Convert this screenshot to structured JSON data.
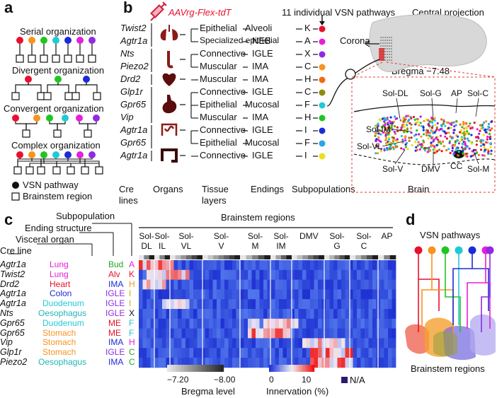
{
  "panel_a": {
    "letter": "a",
    "titles": [
      "Serial organization",
      "Divergent organization",
      "Convergent organization",
      "Complex organization"
    ],
    "legend": {
      "vsn": "VSN pathway",
      "region": "Brainstem region"
    },
    "dot_colors": [
      "#e8112d",
      "#f7931e",
      "#21c521",
      "#21c9d6",
      "#1c2bd8",
      "#e51fd9",
      "#8f2be2"
    ]
  },
  "panel_b": {
    "letter": "b",
    "virus": "AAVrg-Flex-tdT",
    "pathways_title": "11 individual VSN pathways",
    "central_title": "Central projection",
    "coronal": "Coronal section series",
    "bregma": "Bregma −7.48",
    "rows": [
      {
        "cre": "Twist2",
        "tissue": "Epithelial",
        "ending": "Alveoli",
        "sub": "K",
        "color": "#e8112d"
      },
      {
        "cre": "Agtr1a",
        "tissue": "Specialized epithelial",
        "ending": "NEB",
        "sub": "A",
        "color": "#e51fd9"
      },
      {
        "cre": "Nts",
        "tissue": "Connective",
        "ending": "IGLE",
        "sub": "X",
        "color": "#8f2be2"
      },
      {
        "cre": "Piezo2",
        "tissue": "Muscular",
        "ending": "IMA",
        "sub": "C",
        "color": "#f7931e"
      },
      {
        "cre": "Drd2",
        "tissue": "Muscular",
        "ending": "IMA",
        "sub": "H",
        "color": "#f06a1a"
      },
      {
        "cre": "Glp1r",
        "tissue": "Connective",
        "ending": "IGLE",
        "sub": "C",
        "color": "#8c8c10"
      },
      {
        "cre": "Gpr65",
        "tissue": "Epithelial",
        "ending": "Mucosal",
        "sub": "F",
        "color": "#21c9d6"
      },
      {
        "cre": "Vip",
        "tissue": "Muscular",
        "ending": "IMA",
        "sub": "H",
        "color": "#21c521"
      },
      {
        "cre": "Agtr1a",
        "tissue": "Connective",
        "ending": "IGLE",
        "sub": "I",
        "color": "#1c2bd8"
      },
      {
        "cre": "Gpr65",
        "tissue": "Epithelial",
        "ending": "Mucosal",
        "sub": "F",
        "color": "#2aa6e0"
      },
      {
        "cre": "Agtr1a",
        "tissue": "Connective",
        "ending": "IGLE",
        "sub": "I",
        "color": "#e8e01a"
      }
    ],
    "footer": {
      "cre": "Cre lines",
      "cre2": "lines",
      "cre1": "Cre",
      "organs": "Organs",
      "tissue1": "Tissue",
      "tissue2": "layers",
      "endings": "Endings",
      "subpops": "Subpopulations",
      "brain": "Brain"
    },
    "brain_labels": [
      "Sol-DL",
      "Sol-G",
      "AP",
      "Sol-C",
      "Sol-IM",
      "Sol-VL",
      "Sol-V",
      "DMV",
      "CC",
      "Sol-M"
    ]
  },
  "panel_c": {
    "letter": "c",
    "header_subpop": "Subpopulation",
    "header_ending": "Ending structure",
    "header_organ": "Visceral organ",
    "header_cre": "Cre line",
    "brainstem_title": "Brainstem regions",
    "regions": [
      {
        "l1": "Sol-",
        "l2": "DL"
      },
      {
        "l1": "Sol-",
        "l2": "IL"
      },
      {
        "l1": "Sol-",
        "l2": "VL"
      },
      {
        "l1": "Sol-",
        "l2": "V"
      },
      {
        "l1": "Sol-",
        "l2": "M"
      },
      {
        "l1": "Sol-",
        "l2": "IM"
      },
      {
        "l1": "DMV",
        "l2": ""
      },
      {
        "l1": "Sol-",
        "l2": "G"
      },
      {
        "l1": "Sol-",
        "l2": "C"
      },
      {
        "l1": "AP",
        "l2": ""
      }
    ],
    "rows": [
      {
        "cre": "Agtr1a",
        "organ": "Lung",
        "organ_color": "#e51fd9",
        "ending": "Bud",
        "ending_color": "#21a821",
        "sub": "A",
        "sub_color": "#e51fd9"
      },
      {
        "cre": "Twist2",
        "organ": "Lung",
        "organ_color": "#e51fd9",
        "ending": "Alv",
        "ending_color": "#e8112d",
        "sub": "K",
        "sub_color": "#e8112d"
      },
      {
        "cre": "Drd2",
        "organ": "Heart",
        "organ_color": "#e8112d",
        "ending": "IMA",
        "ending_color": "#1c2bd8",
        "sub": "H",
        "sub_color": "#f7931e"
      },
      {
        "cre": "Agtr1a",
        "organ": "Colon",
        "organ_color": "#1c2bd8",
        "ending": "IGLE",
        "ending_color": "#8f2be2",
        "sub": "I",
        "sub_color": "#c9b800"
      },
      {
        "cre": "Agtr1a",
        "organ": "Duodenum",
        "organ_color": "#21c9d6",
        "ending": "IGLE",
        "ending_color": "#8f2be2",
        "sub": "I",
        "sub_color": "#c9b800"
      },
      {
        "cre": "Nts",
        "organ": "Oesophagus",
        "organ_color": "#21b5b5",
        "ending": "IGLE",
        "ending_color": "#8f2be2",
        "sub": "X",
        "sub_color": "#111111"
      },
      {
        "cre": "Gpr65",
        "organ": "Duodenum",
        "organ_color": "#21c9d6",
        "ending": "ME",
        "ending_color": "#e8112d",
        "sub": "F",
        "sub_color": "#21c9d6"
      },
      {
        "cre": "Gpr65",
        "organ": "Stomach",
        "organ_color": "#f7931e",
        "ending": "ME",
        "ending_color": "#e8112d",
        "sub": "F",
        "sub_color": "#21c9d6"
      },
      {
        "cre": "Vip",
        "organ": "Stomach",
        "organ_color": "#f7931e",
        "ending": "IMA",
        "ending_color": "#1c2bd8",
        "sub": "H",
        "sub_color": "#e51fd9"
      },
      {
        "cre": "Glp1r",
        "organ": "Stomach",
        "organ_color": "#f7931e",
        "ending": "IGLE",
        "ending_color": "#8f2be2",
        "sub": "C",
        "sub_color": "#21a821"
      },
      {
        "cre": "Piezo2",
        "organ": "Oesophagus",
        "organ_color": "#21b5b5",
        "ending": "IMA",
        "ending_color": "#1c2bd8",
        "sub": "C",
        "sub_color": "#21a821"
      }
    ],
    "bregma_left": "−7.20",
    "bregma_right": "−8.00",
    "bregma_label": "Bregma level",
    "innerv_min": "0",
    "innerv_max": "10",
    "innerv_label": "Innervation (%)",
    "na_label": "N/A",
    "na_color": "#2d1a6b"
  },
  "panel_d": {
    "letter": "d",
    "title": "VSN pathways",
    "bottom": "Brainstem regions",
    "colors": [
      "#e8112d",
      "#f7931e",
      "#21c521",
      "#21c9d6",
      "#1c2bd8",
      "#e51fd9",
      "#8f2be2"
    ]
  }
}
